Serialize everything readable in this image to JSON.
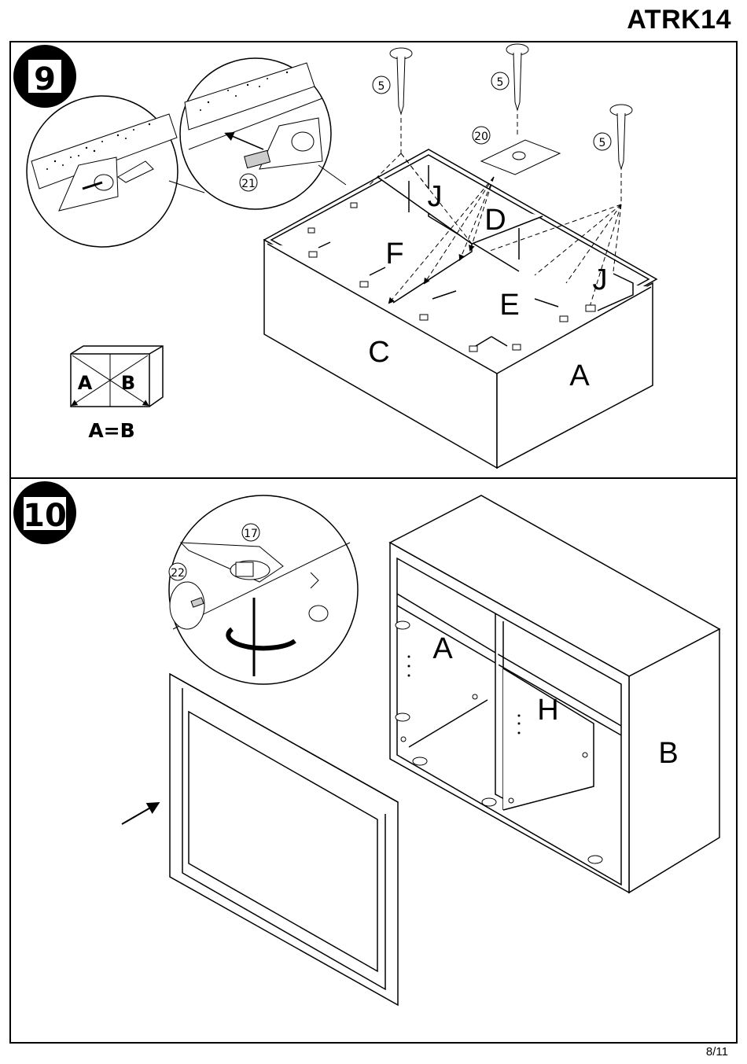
{
  "header": {
    "model_code": "ATRK14"
  },
  "footer": {
    "page_number": "8/11"
  },
  "step9": {
    "step_number": "9",
    "part_labels": {
      "a": "A",
      "c": "C",
      "d": "D",
      "e": "E",
      "f": "F",
      "j1": "J",
      "j2": "J"
    },
    "callouts": {
      "screw_1": "5",
      "screw_2": "5",
      "screw_3": "5",
      "bracket": "20",
      "connector": "21"
    },
    "diagonal_check": {
      "left": "A",
      "right": "B",
      "equation": "A=B"
    }
  },
  "step10": {
    "step_number": "10",
    "part_labels": {
      "a": "A",
      "b": "B",
      "h": "H"
    },
    "callouts": {
      "hinge": "17",
      "screw": "22"
    }
  }
}
